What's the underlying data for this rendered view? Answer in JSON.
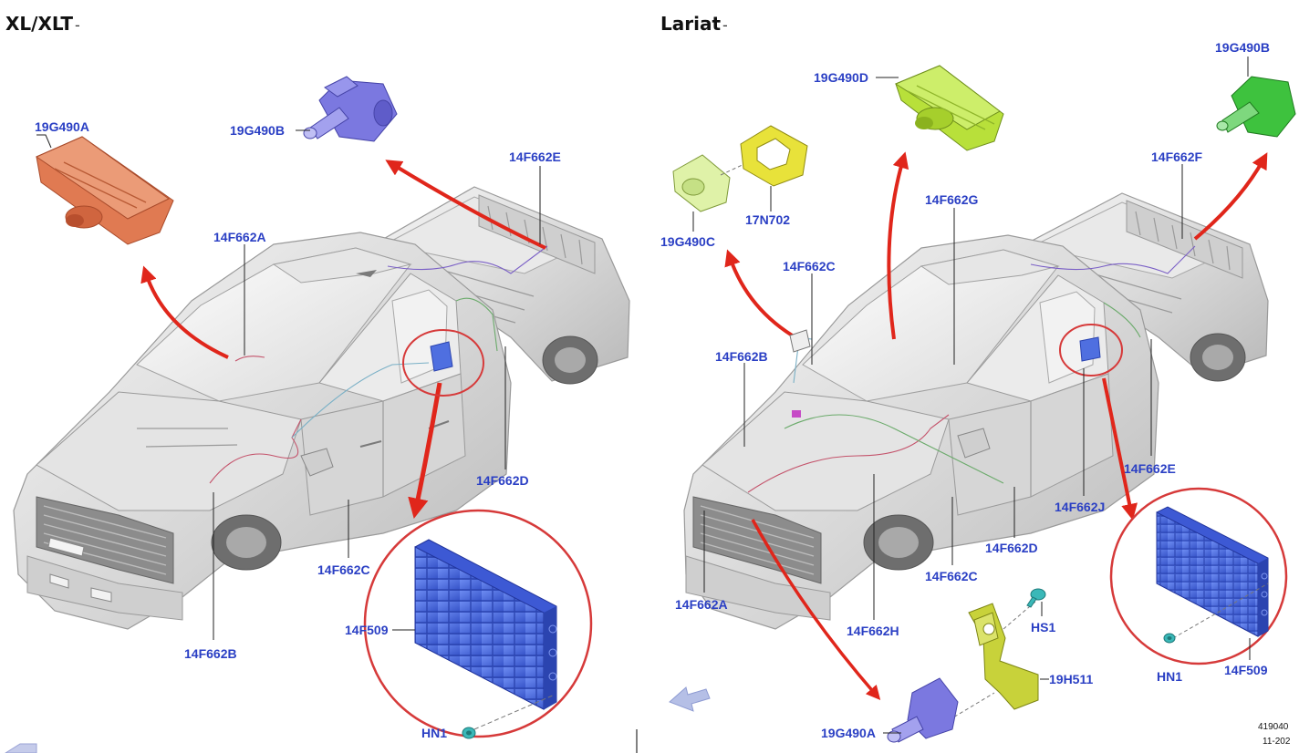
{
  "views": {
    "left": {
      "title": "XL/XLT",
      "title_suffix": "-",
      "callouts": {
        "module_a": "19G490A",
        "module_b": "19G490B",
        "harness_e": "14F662E",
        "harness_a": "14F662A",
        "harness_d": "14F662D",
        "harness_c": "14F662C",
        "harness_b": "14F662B",
        "control_module": "14F509",
        "nut": "HN1"
      }
    },
    "right": {
      "title": "Lariat",
      "title_suffix": "-",
      "callouts": {
        "module_d": "19G490D",
        "module_b": "19G490B",
        "module_c": "19G490C",
        "bracket": "17N702",
        "harness_f": "14F662F",
        "harness_g": "14F662G",
        "harness_c_top": "14F662C",
        "harness_b": "14F662B",
        "harness_e": "14F662E",
        "harness_j": "14F662J",
        "harness_d": "14F662D",
        "harness_c_bottom": "14F662C",
        "harness_a": "14F662A",
        "harness_h": "14F662H",
        "screw": "HS1",
        "bracket_h": "19H511",
        "module_a": "19G490A",
        "control_module": "14F509",
        "nut": "HN1"
      },
      "reference_number": "419040",
      "reference_date": "11-202"
    }
  },
  "colors": {
    "callout_text": "#2a3fc4",
    "arrow_red": "#e0261b",
    "highlight_ring": "#d63a3a",
    "module_blue": "#4f6fe0",
    "camera_orange": "#e07a52",
    "camera_purple": "#7b78e0",
    "camera_yellow_green": "#b8e03a",
    "camera_green": "#3ec23e",
    "bracket_yellow": "#e8e23a",
    "bracket_olive": "#c8d23a",
    "fastener_teal": "#3ab8b8",
    "truck_gray": "#dcdcdc"
  },
  "icons": {
    "nav_arrow": "left-arrow-icon"
  }
}
